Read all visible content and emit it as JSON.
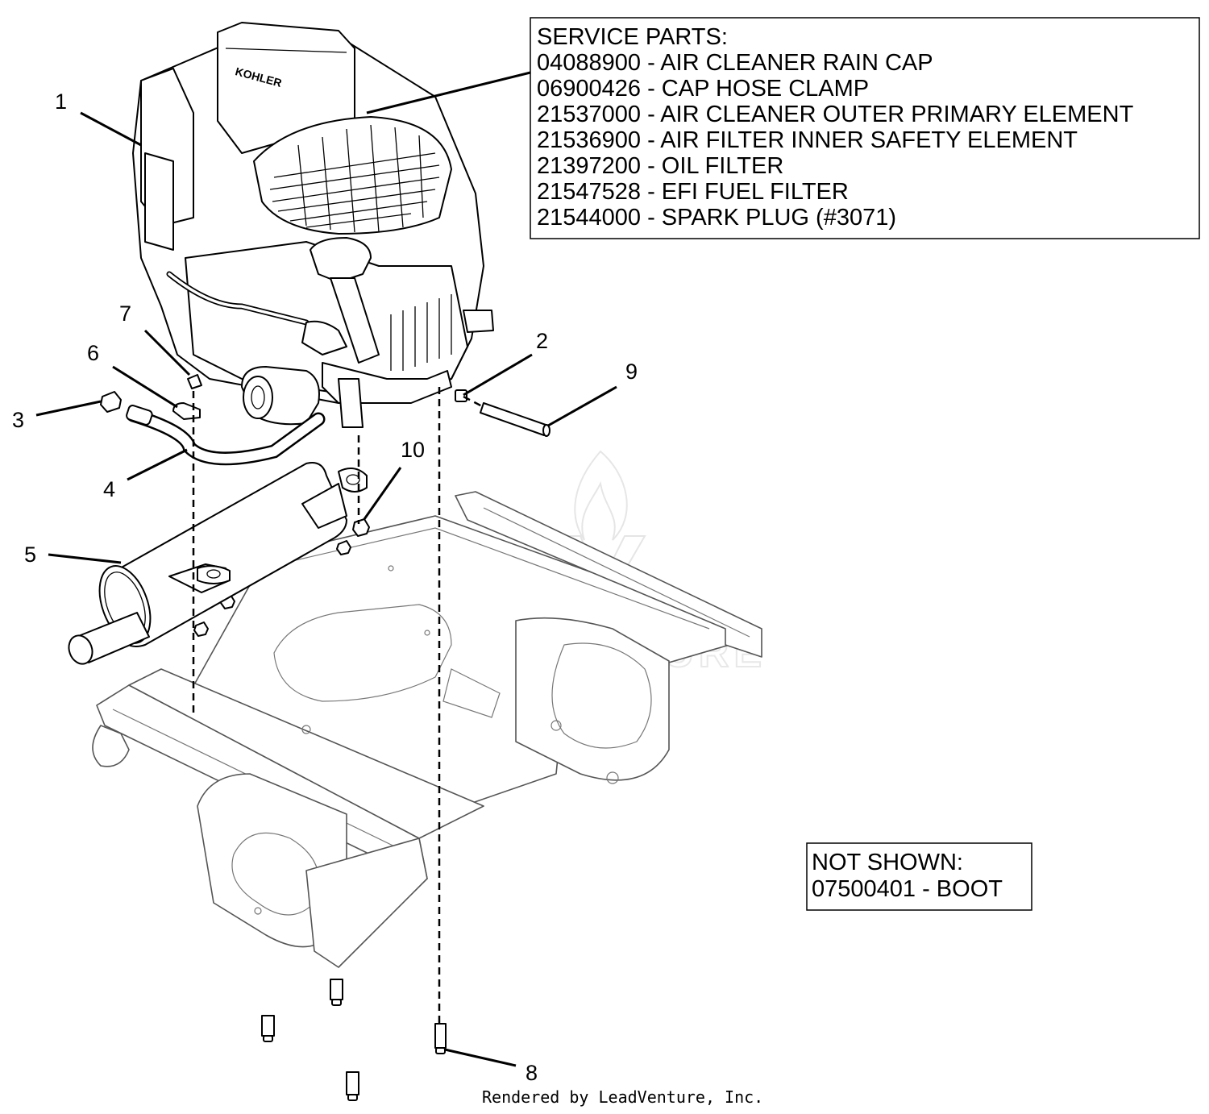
{
  "service_parts": {
    "heading": "SERVICE PARTS:",
    "items": [
      "04088900 - AIR CLEANER RAIN CAP",
      "06900426 - CAP HOSE CLAMP",
      "21537000 - AIR CLEANER OUTER PRIMARY ELEMENT",
      "21536900 - AIR FILTER INNER SAFETY ELEMENT",
      "21397200 - OIL FILTER",
      "21547528 - EFI FUEL FILTER",
      "21544000 - SPARK PLUG (#3071)"
    ]
  },
  "not_shown": {
    "heading": "NOT SHOWN:",
    "items": [
      "07500401 - BOOT"
    ]
  },
  "callouts": [
    "1",
    "2",
    "3",
    "4",
    "5",
    "6",
    "7",
    "8",
    "9",
    "10"
  ],
  "engine_brand": "KOHLER",
  "watermark": "LEADVENTURE",
  "footer": "Rendered by LeadVenture, Inc."
}
